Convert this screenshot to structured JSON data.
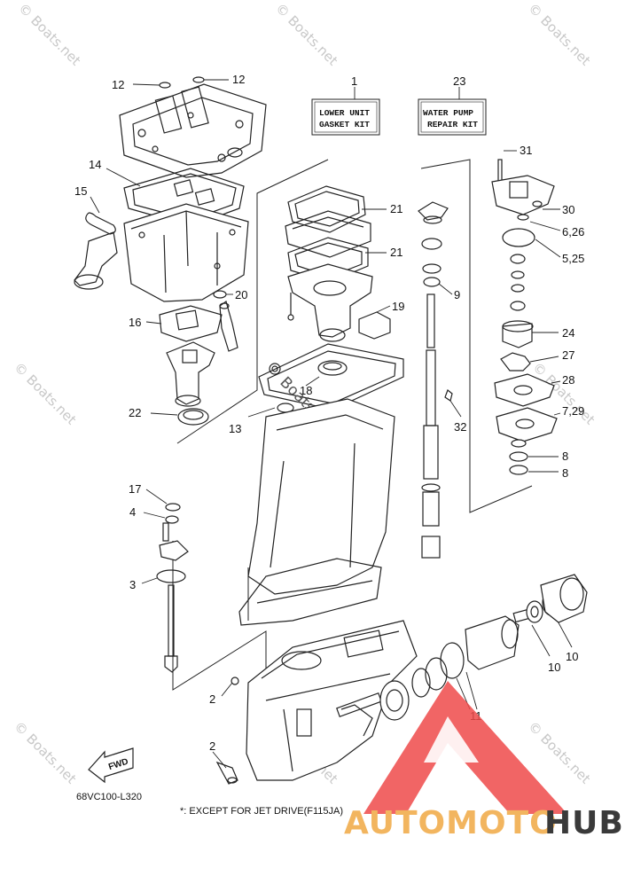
{
  "kits": {
    "lower_unit": {
      "number": "1",
      "line1": "LOWER UNIT",
      "line2": "GASKET KIT"
    },
    "water_pump": {
      "number": "23",
      "line1": "WATER PUMP",
      "line2": "REPAIR KIT"
    }
  },
  "callouts": {
    "c12a": "12",
    "c12b": "12",
    "c14": "14",
    "c15": "15",
    "c16": "16",
    "c20": "20",
    "c22": "22",
    "c13": "13",
    "c18": "18",
    "c19": "19",
    "c21a": "21",
    "c21b": "21",
    "c9": "9",
    "c32": "32",
    "c31": "31",
    "c30": "30",
    "c626": "6,26",
    "c525": "5,25",
    "c24": "24",
    "c27": "27",
    "c28": "28",
    "c729": "7,29",
    "c8a": "8",
    "c8b": "8",
    "c17": "17",
    "c4": "4",
    "c3": "3",
    "c2a": "2",
    "c2b": "2",
    "c11": "11",
    "c10a": "10",
    "c10b": "10"
  },
  "fwd_label": "FWD",
  "ref_code": "68VC100-L320",
  "footnote": "*: EXCEPT FOR JET DRIVE(F115JA)",
  "watermark_text": "© Boats.net",
  "center_watermark": "Boats.net",
  "brand": {
    "part1": "AUTOMOTO",
    "part2": "HUB",
    "color1": "#f2b55f",
    "color2": "#3a3a3a",
    "triangle_color": "#ef4a4a"
  }
}
